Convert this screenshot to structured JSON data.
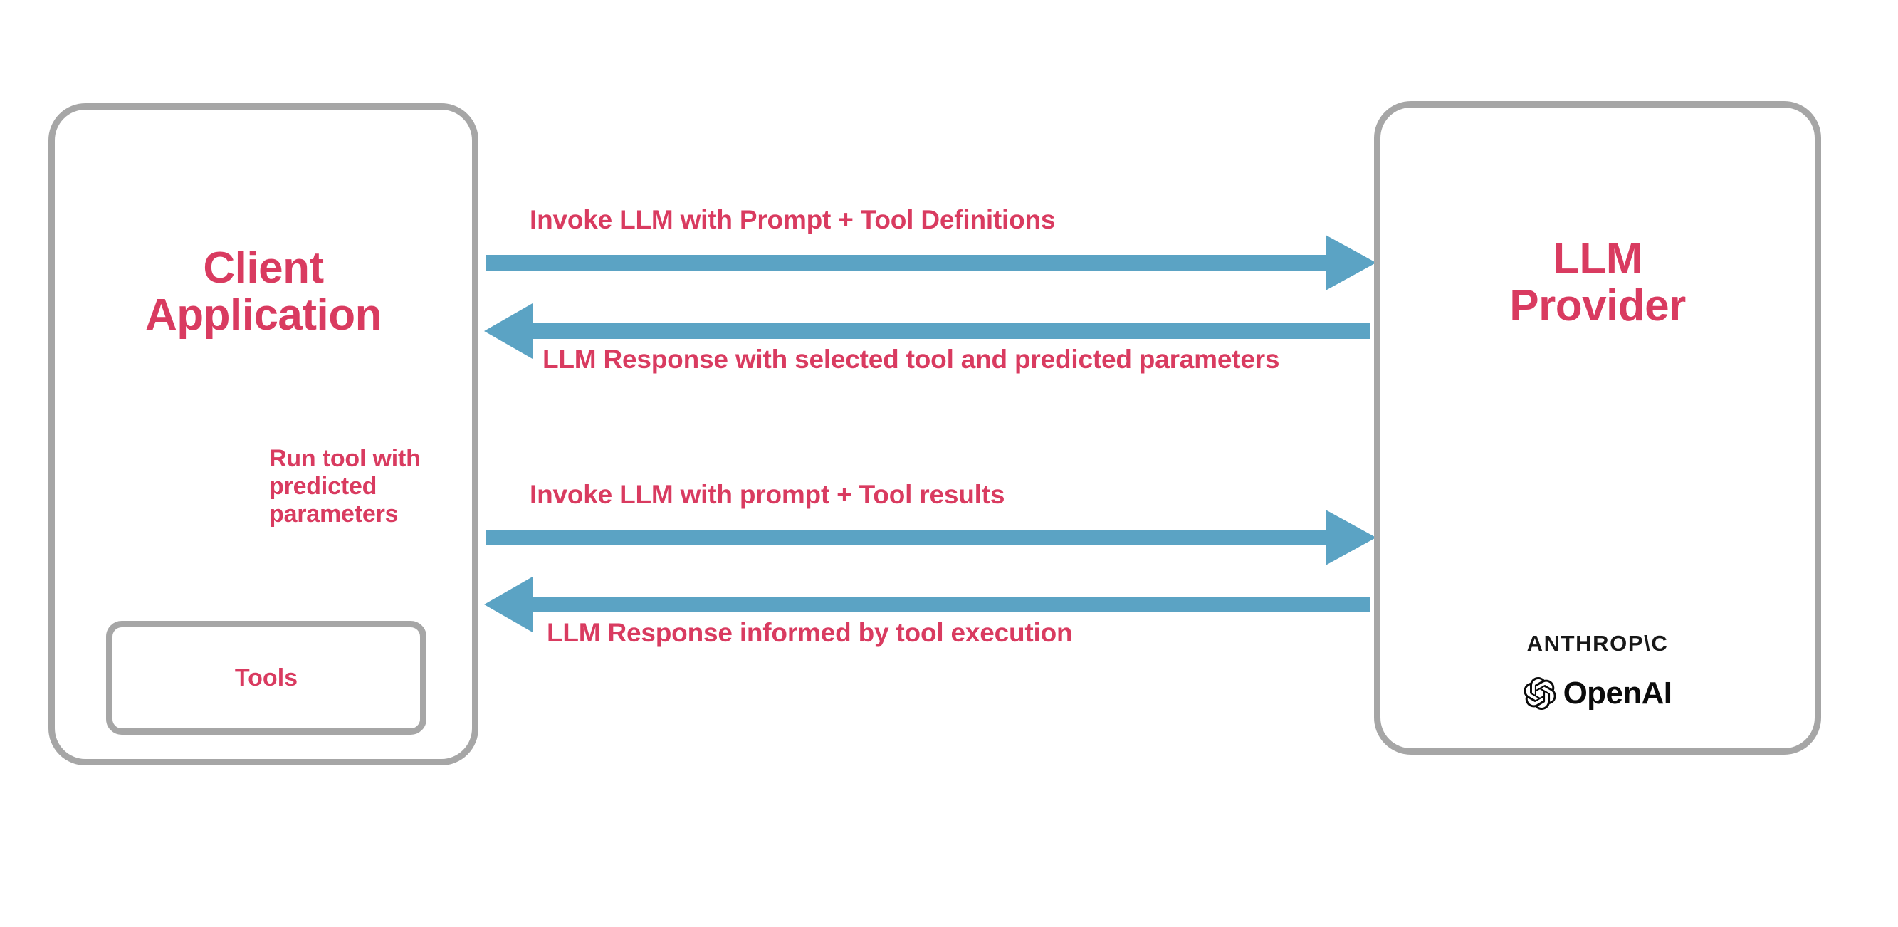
{
  "diagram": {
    "title": "LLM Tool Calling Flow",
    "background_color": "#ffffff",
    "accent_text_color": "#d93b60",
    "arrow_color": "#5ba3c4",
    "box_border_color": "#a6a6a6"
  },
  "client": {
    "title_line1": "Client",
    "title_line2": "Application",
    "tools_label": "Tools",
    "internal_arrow_label": "Run tool with\npredicted\nparameters"
  },
  "provider": {
    "title_line1": "LLM",
    "title_line2": "Provider",
    "logos": [
      {
        "name": "anthropic-logo",
        "text": "ANTHROP\\C"
      },
      {
        "name": "openai-logo",
        "text": "OpenAI"
      }
    ]
  },
  "flows": [
    {
      "id": "invoke-1",
      "label": "Invoke LLM with Prompt + Tool Definitions",
      "direction": "right",
      "from": "Client Application",
      "to": "LLM Provider"
    },
    {
      "id": "response-1",
      "label": "LLM Response with selected tool and predicted parameters",
      "direction": "left",
      "from": "LLM Provider",
      "to": "Client Application"
    },
    {
      "id": "invoke-2",
      "label": "Invoke LLM with prompt + Tool results",
      "direction": "right",
      "from": "Client Application",
      "to": "LLM Provider"
    },
    {
      "id": "response-2",
      "label": "LLM Response informed by tool execution",
      "direction": "left",
      "from": "LLM Provider",
      "to": "Client Application"
    }
  ]
}
